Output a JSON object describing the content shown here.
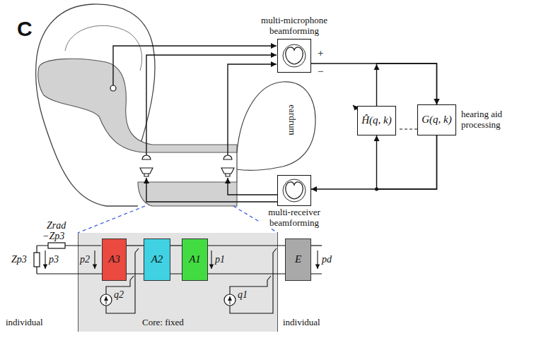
{
  "diagram": {
    "nodes": [
      {
        "text": [
          "multi-microphone beamforming"
        ]
      },
      {
        "text": [
          "Ĥ(q, k)"
        ]
      },
      {
        "text": [
          "G(q, k)",
          "hearing aid processing"
        ]
      },
      {
        "text": [
          "multi-receiver beamforming"
        ]
      },
      {
        "text": [
          "Core: fixed"
        ]
      },
      {
        "text": [
          "A3"
        ],
        "in": 4
      },
      {
        "text": [
          "A2"
        ],
        "in": 4
      },
      {
        "text": [
          "A1"
        ],
        "in": 4
      },
      {
        "text": [
          "E"
        ]
      }
    ],
    "edges": [
      {
        "from": 0,
        "to": 2,
        "arrow": "to"
      },
      {
        "from": 1,
        "to": 2,
        "arrow": "to"
      },
      {
        "from": 2,
        "to": 3,
        "arrow": "to"
      },
      {
        "from": 2,
        "to": 1,
        "arrow": "to"
      },
      {
        "from": 5,
        "to": 6,
        "arrow": "none"
      },
      {
        "from": 6,
        "to": 7,
        "arrow": "none"
      },
      {
        "from": 7,
        "to": 8,
        "arrow": "none"
      }
    ],
    "labels": [
      "C",
      "eardrum",
      "+",
      "−",
      "Zrad",
      "−Zp3",
      "Zp3",
      "p3",
      "p2",
      "p1",
      "pd",
      "q2",
      "q1",
      "individual",
      "individual"
    ]
  }
}
